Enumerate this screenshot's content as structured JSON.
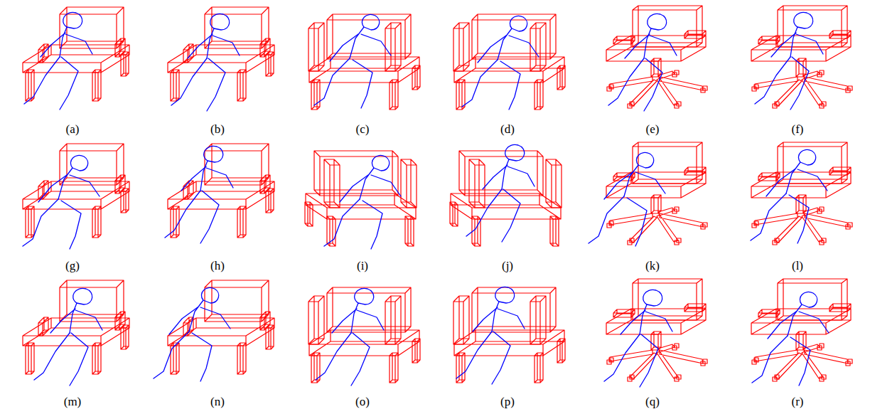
{
  "diagram": {
    "labels": [
      "(a)",
      "(b)",
      "(c)",
      "(d)",
      "(e)",
      "(f)",
      "(g)",
      "(h)",
      "(i)",
      "(j)",
      "(k)",
      "(l)",
      "(m)",
      "(n)",
      "(o)",
      "(p)",
      "(q)",
      "(r)"
    ]
  }
}
